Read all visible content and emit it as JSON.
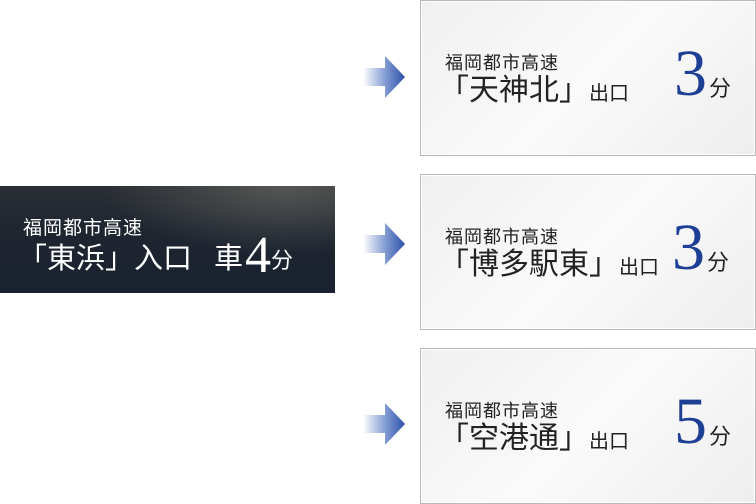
{
  "origin": {
    "line1": "福岡都市高速",
    "line2_name": "「東浜」入口",
    "mode": "車",
    "minutes": "4",
    "unit": "分"
  },
  "destinations": [
    {
      "line1": "福岡都市高速",
      "name": "「天神北」",
      "exit": "出口",
      "minutes": "3",
      "unit": "分"
    },
    {
      "line1": "福岡都市高速",
      "name": "「博多駅東」",
      "exit": "出口",
      "minutes": "3",
      "unit": "分"
    },
    {
      "line1": "福岡都市高速",
      "name": "「空港通」",
      "exit": "出口",
      "minutes": "5",
      "unit": "分"
    }
  ],
  "icons": {
    "arrow": "arrow-right-icon"
  },
  "colors": {
    "accent": "#1d3f94",
    "origin_bg": "#1f2630",
    "box_border": "#b8b8b8"
  }
}
